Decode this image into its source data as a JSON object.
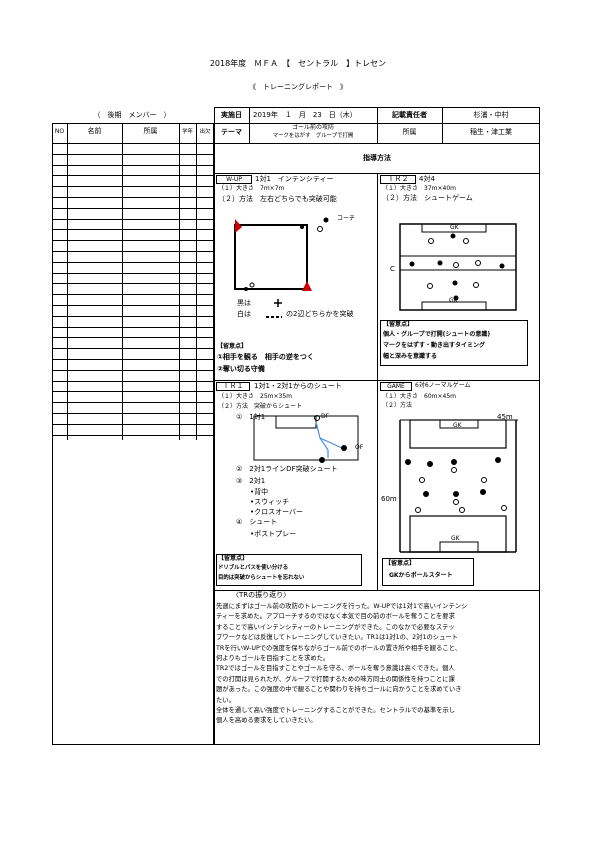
{
  "header": {
    "title": "2018年度　ＭＦＡ　【　セントラル　】トレセン",
    "subtitle": "《　トレーニングレポート　》"
  },
  "members": {
    "heading": "（　後期　メンバー　）",
    "col_no": "NO",
    "col_name": "名前",
    "col_affil": "所属",
    "col_grade": "学年",
    "col_attend": "出欠"
  },
  "info": {
    "date_label": "実施日",
    "date_value": "2019年　１　月　23　日（木）",
    "recorder_label": "記載責任者",
    "recorder_value": "杉浦・中村",
    "theme_label": "テーマ",
    "theme_line1": "ゴール前の攻防",
    "theme_line2": "マークをはがす　グループで打開",
    "affil_label": "所属",
    "affil_value": "稲生・津工業",
    "guidance": "指導方法"
  },
  "wup": {
    "title": "W-UP",
    "name": "1対1　インテンシティー",
    "size": "（１）大きさ　7m×7m",
    "method": "（２）方法　左右どちらでも突破可能",
    "coach": "コーチ",
    "legend_black": "黒は",
    "legend_white": "白は",
    "legend_desc": "の2辺どちらかを突破",
    "note_title": "【留意点】",
    "note1": "①相手を観る　相手の逆をつく",
    "note2": "②奪い切る守備"
  },
  "tr2": {
    "title": "ＴＲ２",
    "name": "4対4",
    "size": "（１）大きさ　37m×40m",
    "method": "（２）方法　シュートゲーム",
    "gk_top": "GK",
    "gk_bottom": "GK",
    "c_label": "C",
    "note_title": "【留意点】",
    "note1": "個人・グループで打開(シュートの意識)",
    "note2": "マークをはずす・動き出すタイミング",
    "note3": "幅と深みを意識する"
  },
  "tr1": {
    "title": "ＴＲ１",
    "name": "1対1・2対1からのシュート",
    "size": "（１）大きさ　25m×35m",
    "method": "（２）方法　突破からシュート",
    "step1": "①　1対1",
    "df_label": "DF",
    "of_label": "OF",
    "step2": "②　2対1ラインDF突破シュート",
    "step3": "③　2対1",
    "sub1": "•背中",
    "sub2": "•スウィッチ",
    "sub3": "•クロスオーバー",
    "step4": "④　シュート",
    "sub4": "•ポストプレー",
    "note_title": "【留意点】",
    "note1": "ドリブルとパスを使い分ける",
    "note2": "目的は突破からシュートを忘れない"
  },
  "game": {
    "title": "GAME",
    "name": "6対6ノーマルゲーム",
    "size": "（１）大きさ　60m×45m",
    "method": "（２）方法",
    "width_label": "45m",
    "length_label": "60m",
    "gk_top": "GK",
    "gk_bottom": "GK",
    "note_title": "【留意点】",
    "note1": "GKからボールスタート"
  },
  "reflection": {
    "title": "〈TRの振り返り〉",
    "lines": [
      "先週にまずはゴール前の攻防のトレーニングを行った。W-UPでは1対1で高いインテンシ",
      "ティーを求めた。アプローチするのではなく本気で目の前のボールを奪うことを要求",
      "することで高いインテンシティーのトレーニングができた。このなかで必要なステッ",
      "プワークなどは反復してトレーニングしていきたい。TR1は1対1の、2対1のシュート",
      "TRを行いW-UPでの強度を保ちながらゴール前でのボールの置き所や相手を観ること、",
      "何よりもゴールを目指すことを求めた。",
      "TR2ではゴールを目指すことやゴールを守る、ボールを奪う意識は高くできた。個人",
      "での打開は見られたが、グループで打開するための味方同士の関係性を持つことに課",
      "題があった。この強度の中で観ることや関わりを持ちゴールに向かうことを求めていき",
      "たい。",
      "全体を通して高い強度でトレーニングすることができた。セントラルでの基準を示し",
      "個人を高める要求をしていきたい。"
    ]
  }
}
